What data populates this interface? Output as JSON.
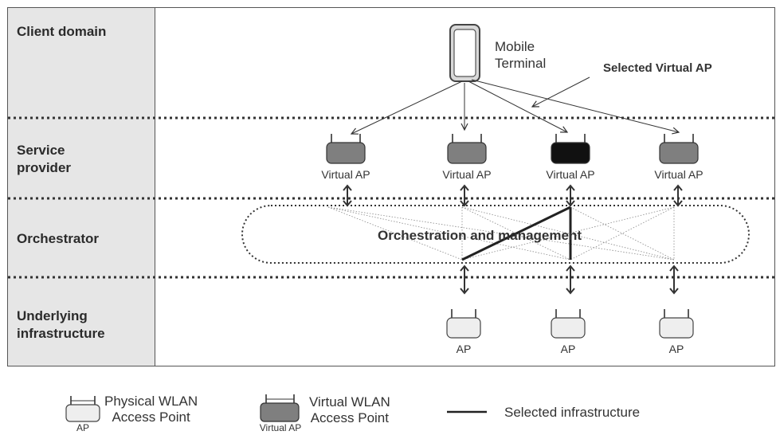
{
  "domains": [
    {
      "label": "Client domain"
    },
    {
      "label": "Service\nprovider"
    },
    {
      "label": "Orchestrator"
    },
    {
      "label": "Underlying\ninfrastructure"
    }
  ],
  "terminal": {
    "label": "Mobile\nTerminal"
  },
  "selected_vap_label": "Selected Virtual AP",
  "orchestration_label": "Orchestration and management",
  "virtual_aps": [
    {
      "label": "Virtual AP",
      "selected": false
    },
    {
      "label": "Virtual AP",
      "selected": false
    },
    {
      "label": "Virtual AP",
      "selected": true
    },
    {
      "label": "Virtual AP",
      "selected": false
    }
  ],
  "physical_aps": [
    {
      "label": "AP"
    },
    {
      "label": "AP"
    },
    {
      "label": "AP"
    }
  ],
  "legend": {
    "physical": {
      "icon_label": "AP",
      "text": "Physical WLAN\nAccess Point"
    },
    "virtual": {
      "icon_label": "Virtual AP",
      "text": "Virtual WLAN\nAccess Point"
    },
    "selected": {
      "text": "Selected infrastructure"
    }
  },
  "colors": {
    "sidebar": "#e6e6e6",
    "virtual_ap": "#7f7f7f",
    "selected_ap": "#111111",
    "physical_ap": "#eeeeee"
  }
}
